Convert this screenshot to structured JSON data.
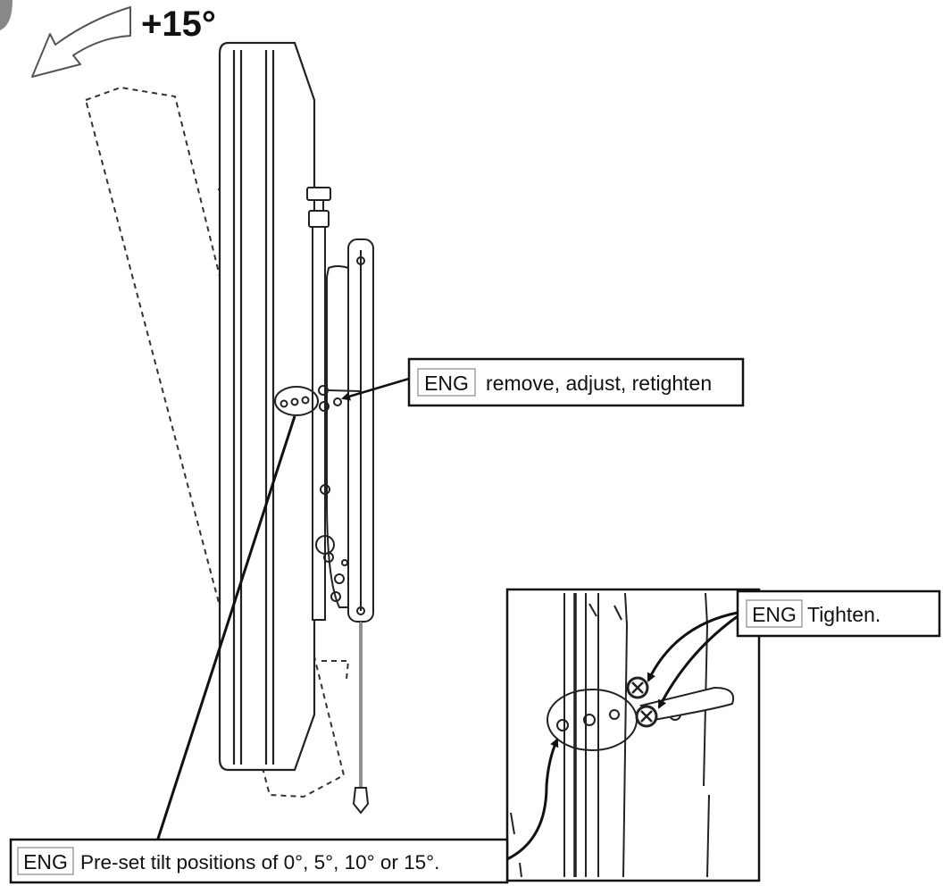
{
  "angle_label": "+15°",
  "callouts": {
    "adjust": {
      "tag": "ENG",
      "text": "remove, adjust, retighten"
    },
    "tighten": {
      "tag": "ENG",
      "text": "Tighten."
    },
    "preset": {
      "tag": "ENG",
      "text": "Pre-set tilt positions of 0°, 5°, 10° or 15°."
    }
  },
  "colors": {
    "ink": "#111111",
    "tag_border": "#888888",
    "background": "#ffffff"
  }
}
